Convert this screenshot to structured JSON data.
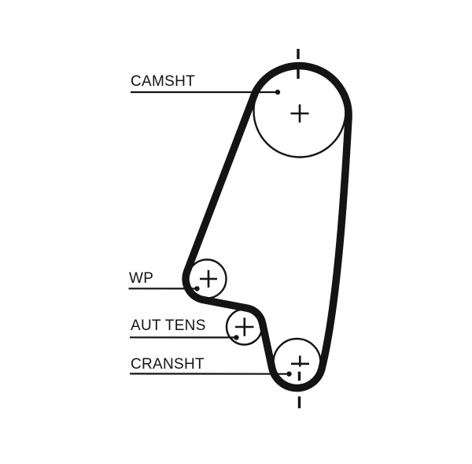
{
  "diagram": {
    "kind": "timing-belt-routing-diagram",
    "background_color": "#ffffff",
    "line_color": "#141414",
    "pulleys": [
      {
        "id": "camshaft",
        "label": "CAMSHT"
      },
      {
        "id": "water-pump",
        "label": "WP"
      },
      {
        "id": "auto-tensioner",
        "label": "AUT TENS"
      },
      {
        "id": "crankshaft",
        "label": "CRANSHT"
      }
    ]
  }
}
